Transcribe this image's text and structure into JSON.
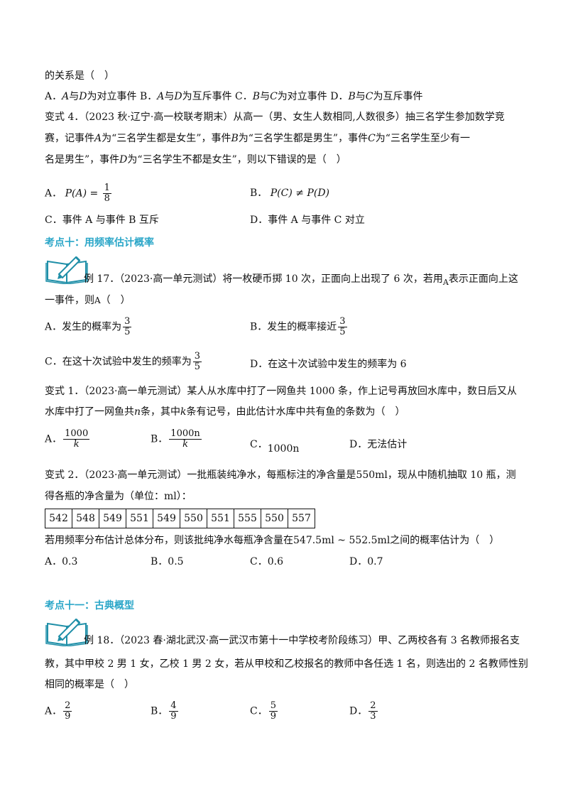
{
  "q_prev": {
    "stem_tail": "的关系是（　）",
    "optA": {
      "letter": "A．",
      "e1": "A",
      "t1": "与",
      "e2": "D",
      "t2": "为对立事件"
    },
    "optB": {
      "letter": "B．",
      "e1": "A",
      "t1": "与",
      "e2": "D",
      "t2": "为互斥事件"
    },
    "optC": {
      "letter": "C．",
      "e1": "B",
      "t1": "与",
      "e2": "C",
      "t2": "为对立事件"
    },
    "optD": {
      "letter": "D．",
      "e1": "B",
      "t1": "与",
      "e2": "C",
      "t2": "为互斥事件"
    }
  },
  "variant4": {
    "line1": "变式 4．（2023 秋·辽宁·高一校联考期末）从高一（男、女生人数相同,人数很多）抽三名学生参加数学竞",
    "line2a": "赛，记事件",
    "v_A": "A",
    "line2b": "为“三名学生都是女生”，事件",
    "v_B": "B",
    "line2c": "为“三名学生都是男生”，事件",
    "v_C": "C",
    "line2d": "为“三名学生至少有一",
    "line3a": "名是男生”，事件",
    "v_D": "D",
    "line3b": "为“三名学生不都是女生”，则以下错误的是（　）",
    "optA_letter": "A．",
    "optA_expr": "P(A) =",
    "optA_num": "1",
    "optA_den": "8",
    "optB_letter": "B．",
    "optB_expr": "P(C) ≠ P(D)",
    "optC": "C．事件 A 与事件 B 互斥",
    "optD": "D．事件 A 与事件 C 对立"
  },
  "section10": {
    "title": "考点十：用频率估计概率"
  },
  "example17": {
    "line1a": "例 17．（2023·高一单元测试）将一枚硬币掷 10 次，正面向上出现了 6 次，若用",
    "v_A": "A",
    "line1b": "表示正面向上这",
    "line2a": "一事件，则",
    "line2b": "（　）",
    "optA_text": "A．发生的概率为",
    "optB_text": "B．发生的概率接近",
    "optC_text": "C．在这十次试验中发生的频率为",
    "optD_text": "D．在这十次试验中发生的频率为 6",
    "frac_num": "3",
    "frac_den": "5"
  },
  "variant1": {
    "line1": "变式 1．（2023·高一单元测试）某人从水库中打了一网鱼共 1000 条，作上记号再放回水库中，数日后又从",
    "line2a": "水库中打了一网鱼共",
    "v_n": "n",
    "line2b": "条，其中",
    "v_k": "k",
    "line2c": "条有记号，由此估计水库中共有鱼的条数为（　）",
    "optA_letter": "A．",
    "optA_num": "1000",
    "optA_den": "k",
    "optB_letter": "B．",
    "optB_num": "1000n",
    "optB_den": "k",
    "optC_letter": "C．",
    "optC_expr": "1000n",
    "optD": "D．无法估计"
  },
  "variant2": {
    "line1a": "变式 2．（2023·高一单元测试）一批瓶装纯净水，每瓶标注的净含量是",
    "volume": "550ml",
    "line1b": "，现从中随机抽取 10 瓶，测",
    "line2": "得各瓶的净含量为（单位：ml）：",
    "table_values": [
      "542",
      "548",
      "549",
      "551",
      "549",
      "550",
      "551",
      "555",
      "550",
      "557"
    ],
    "line3a": "若用频率分布估计总体分布，则该批纯净水每瓶净含量在",
    "range": "547.5ml ~ 552.5ml",
    "line3b": "之间的概率估计为（　）",
    "optA": "A．0.3",
    "optB": "B．0.5",
    "optC": "C．0.6",
    "optD": "D．0.7"
  },
  "section11": {
    "title": "考点十一：古典概型"
  },
  "example18": {
    "line1": "例 18．（2023 春·湖北武汉·高一武汉市第十一中学校考阶段练习）甲、乙两校各有 3 名教师报名支",
    "line2": "教，其中甲校 2 男 1 女，乙校 1 男 2 女，若从甲校和乙校报名的教师中各任选 1 名，则选出的 2 名教师性别",
    "line3": "相同的概率是（　）",
    "optA_letter": "A．",
    "optA_num": "2",
    "optA_den": "9",
    "optB_letter": "B．",
    "optB_num": "4",
    "optB_den": "9",
    "optC_letter": "C．",
    "optC_num": "5",
    "optC_den": "9",
    "optD_letter": "D．",
    "optD_num": "2",
    "optD_den": "3"
  }
}
